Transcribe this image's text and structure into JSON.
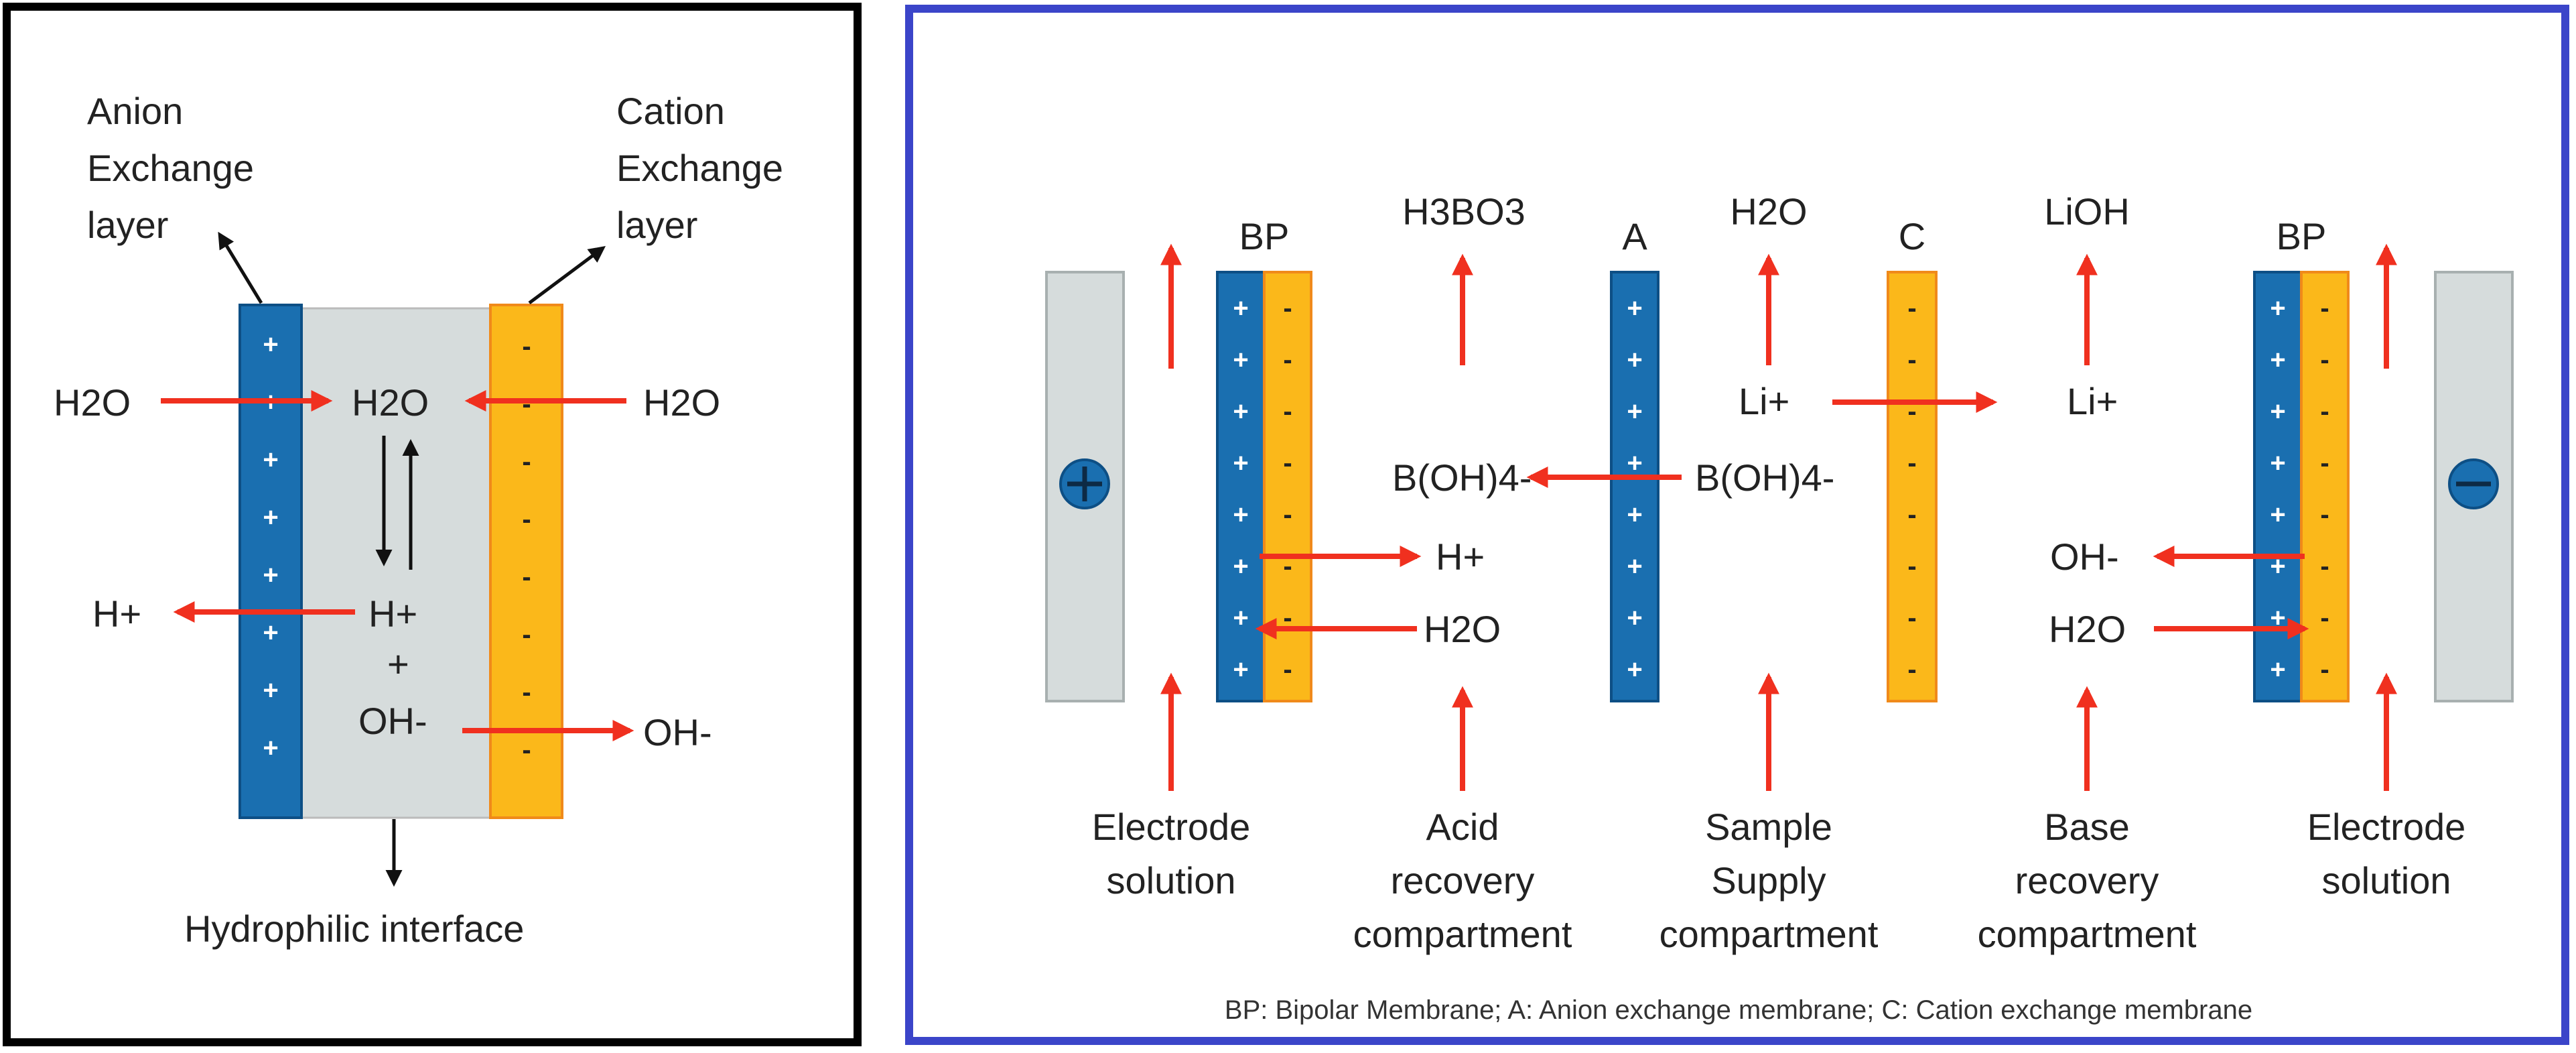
{
  "colors": {
    "anion_blue": "#1a6fb0",
    "cation_orange": "#fbb81a",
    "interface_gray": "#d6dcdc",
    "arrow_red": "#f0301f",
    "left_panel_border": "#000000",
    "right_panel_border": "#3b45c9"
  },
  "icons": [
    "plus-electrode-icon",
    "minus-electrode-icon"
  ],
  "left_panel": {
    "anion_layer_label": [
      "Anion",
      "Exchange",
      "layer"
    ],
    "cation_layer_label": [
      "Cation",
      "Exchange",
      "layer"
    ],
    "water_in_left": "H2O",
    "water_in_right": "H2O",
    "water_center": "H2O",
    "proton_center": "H+",
    "plus_symbol": "+",
    "hydroxide_center": "OH-",
    "proton_out": "H+",
    "hydroxide_out": "OH-",
    "interface_label": "Hydrophilic interface",
    "plus_sign": "+",
    "minus_sign": "-"
  },
  "right_panel": {
    "bp_left_label": "BP",
    "a_label": "A",
    "c_label": "C",
    "bp_right_label": "BP",
    "h3bo3": "H3BO3",
    "h2o_top": "H2O",
    "lioh": "LiOH",
    "li_left": "Li+",
    "li_right": "Li+",
    "boh4_left": "B(OH)4-",
    "boh4_right": "B(OH)4-",
    "h_plus": "H+",
    "h2o_left": "H2O",
    "oh_minus": "OH-",
    "h2o_right": "H2O",
    "compartments": [
      [
        "Electrode",
        "solution"
      ],
      [
        "Acid",
        "recovery",
        "compartment"
      ],
      [
        "Sample",
        "Supply",
        "compartment"
      ],
      [
        "Base",
        "recovery",
        "compartment"
      ],
      [
        "Electrode",
        "solution"
      ]
    ],
    "footnote": "BP: Bipolar Membrane; A: Anion exchange membrane; C: Cation exchange membrane"
  }
}
